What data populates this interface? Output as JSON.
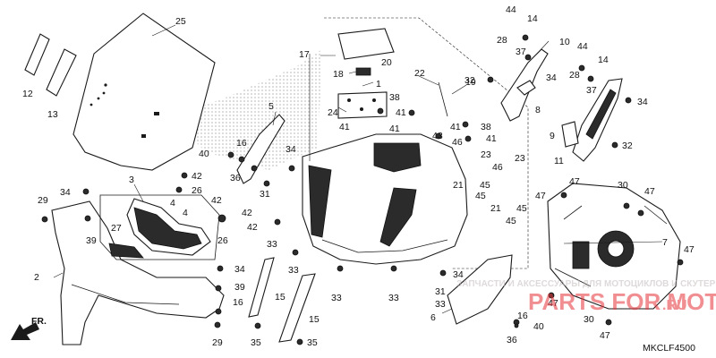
{
  "diagram": {
    "code": "MKCLF4500",
    "direction_label": "FR.",
    "callouts": {
      "n1": "1",
      "n2": "2",
      "n3": "3",
      "n4": "4",
      "n5": "5",
      "n6": "6",
      "n7": "7",
      "n8": "8",
      "n9": "9",
      "n10": "10",
      "n11": "11",
      "n12": "12",
      "n13": "13",
      "n14": "14",
      "n15": "15",
      "n16": "16",
      "n17": "17",
      "n18": "18",
      "n19": "19",
      "n20": "20",
      "n21": "21",
      "n22": "22",
      "n23": "23",
      "n24": "24",
      "n25": "25",
      "n26": "26",
      "n27": "27",
      "n28": "28",
      "n29": "29",
      "n30": "30",
      "n31": "31",
      "n32": "32",
      "n33": "33",
      "n34": "34",
      "n35": "35",
      "n36": "36",
      "n37": "37",
      "n38": "38",
      "n39": "39",
      "n40": "40",
      "n41": "41",
      "n42": "42",
      "n43": "43",
      "n44": "44",
      "n45": "45",
      "n46": "46",
      "n47": "47"
    }
  },
  "watermark": {
    "line1": "ЗАПЧАСТИ И АКСЕССУАРЫ ДЛЯ МОТОЦИКЛОВ И СКУТЕРЫ",
    "brand": "PARTS FOR MOTO",
    "domain": ".RU",
    "color": "#e5333a"
  }
}
